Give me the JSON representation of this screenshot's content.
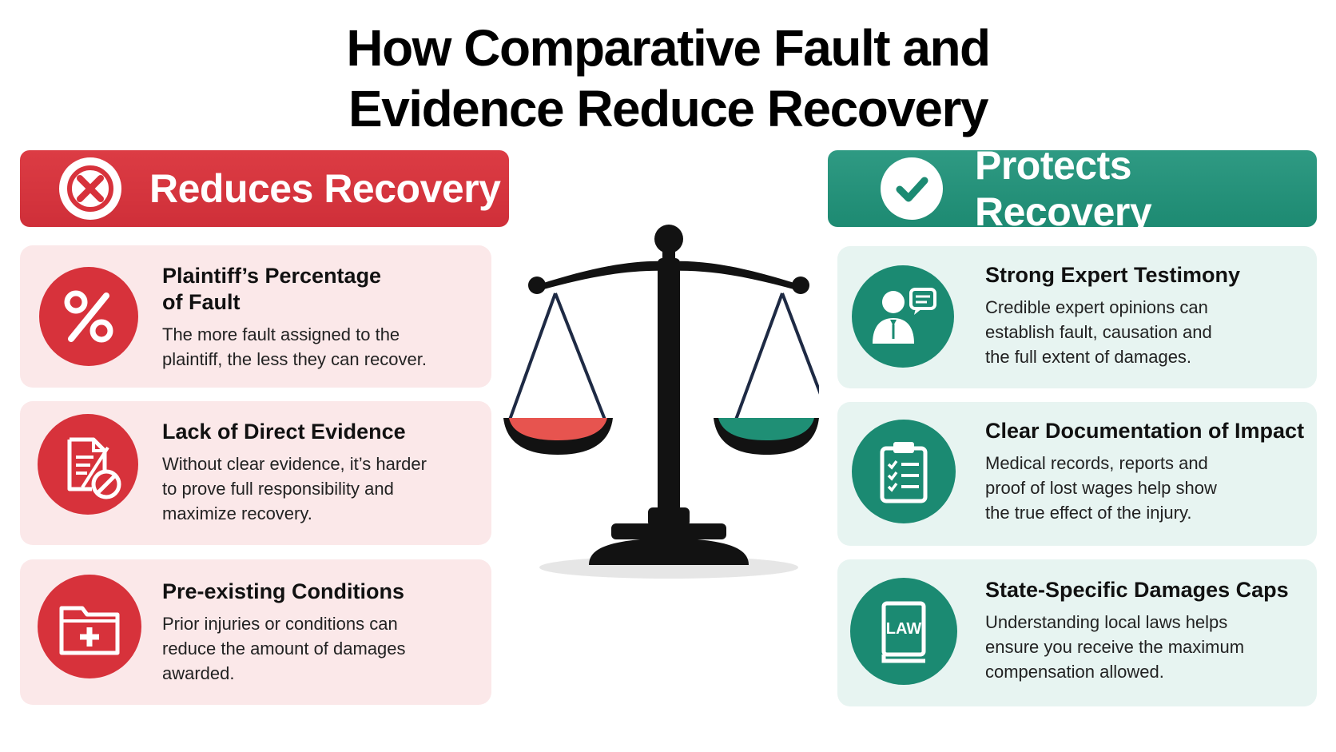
{
  "title_line1": "How Comparative Fault and",
  "title_line2": "Evidence Reduce Recovery",
  "left": {
    "header": "Reduces Recovery",
    "header_icon": "x-circle-icon",
    "color": "#d7323b",
    "items": [
      {
        "icon": "percent-icon",
        "title_line1": "Plaintiff’s Percentage",
        "title_line2": "of Fault",
        "text_line1": "The more fault assigned to the",
        "text_line2": "plaintiff, the less they can recover."
      },
      {
        "icon": "document-blocked-icon",
        "title_line1": "Lack of Direct Evidence",
        "text_line1": "Without clear evidence, it’s harder",
        "text_line2": "to prove full responsibility and",
        "text_line3": "maximize recovery."
      },
      {
        "icon": "medical-folder-icon",
        "title_line1": "Pre-existing Conditions",
        "text_line1": "Prior injuries or conditions can",
        "text_line2": "reduce the amount of damages",
        "text_line3": "awarded."
      }
    ]
  },
  "right": {
    "header": "Protects Recovery",
    "header_icon": "check-circle-icon",
    "color": "#1b8a72",
    "items": [
      {
        "icon": "expert-speaking-icon",
        "title_line1": "Strong Expert Testimony",
        "text_line1": "Credible expert opinions can",
        "text_line2": "establish fault, causation and",
        "text_line3": "the full extent of damages."
      },
      {
        "icon": "clipboard-checklist-icon",
        "title_line1": "Clear Documentation of Impact",
        "text_line1": "Medical records, reports and",
        "text_line2": "proof of lost wages help show",
        "text_line3": "the true effect of the injury."
      },
      {
        "icon": "law-book-icon",
        "icon_text": "LAW",
        "title_line1": "State-Specific Damages Caps",
        "text_line1": "Understanding local laws helps",
        "text_line2": "ensure you receive the maximum",
        "text_line3": "compensation allowed."
      }
    ]
  },
  "center_icon": "balance-scale-icon"
}
